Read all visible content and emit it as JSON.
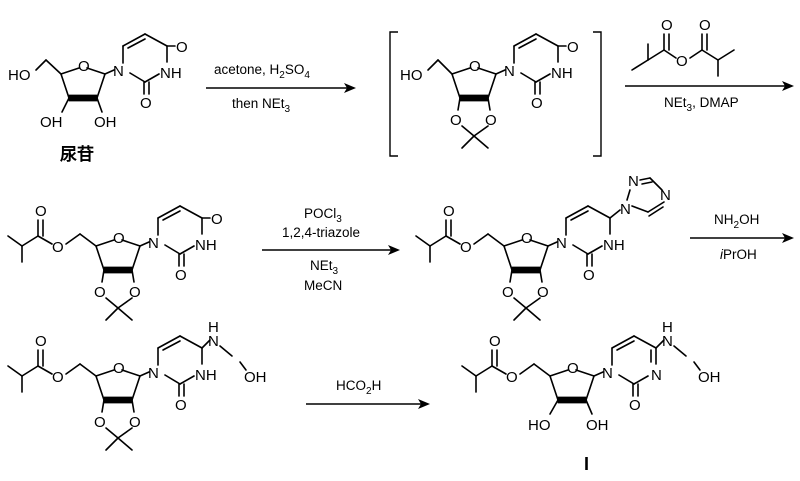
{
  "labels": {
    "uridine": "尿苷",
    "final_compound": "I"
  },
  "atoms": {
    "HO": "HO",
    "OH": "OH",
    "O": "O",
    "N": "N",
    "NH": "NH",
    "N_H": "H",
    "OH_group": "OH"
  },
  "conditions": {
    "step1": {
      "top": "acetone, H2SO4",
      "bottom": "then NEt3"
    },
    "step2": {
      "bottom": "NEt3, DMAP"
    },
    "step3": {
      "line1": "POCl3",
      "line2": "1,2,4-triazole",
      "line3": "NEt3",
      "line4": "MeCN"
    },
    "step4": {
      "top": "NH2OH",
      "bottom": "iPrOH"
    },
    "step5": {
      "top": "HCO2H"
    }
  }
}
